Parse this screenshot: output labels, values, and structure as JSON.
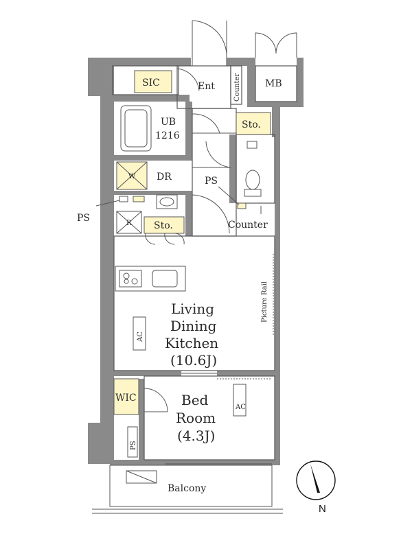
{
  "labels": {
    "sic": "SIC",
    "ent": "Ent",
    "counter_top": "Counter",
    "mb": "MB",
    "ub_line1": "UB",
    "ub_line2": "1216",
    "sto_upper": "Sto.",
    "w": "W",
    "dr": "DR",
    "ps_mid": "PS",
    "ps_left": "PS",
    "counter_mid": "Counter",
    "r": "R",
    "sto_lower": "Sto.",
    "picture_rail": "Picture Rail",
    "ldk_line1": "Living",
    "ldk_line2": "Dining",
    "ldk_line3": "Kitchen",
    "ldk_size": "(10.6J)",
    "ac_ldk": "AC",
    "wic": "WIC",
    "bed_line1": "Bed",
    "bed_line2": "Room",
    "bed_size": "(4.3J)",
    "ac_bed": "AC",
    "ps_bed": "PS",
    "balcony": "Balcony",
    "north": "N"
  },
  "colors": {
    "wall": "#8a8a8a",
    "storage_fill": "#fff6c8",
    "line": "#555555"
  }
}
